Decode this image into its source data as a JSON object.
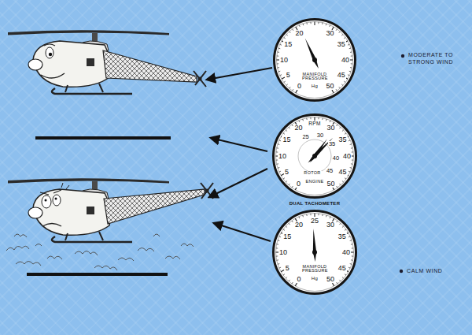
{
  "diagram": {
    "nodes": [
      {
        "text": [
          "0",
          "5",
          "10",
          "15",
          "20",
          "30",
          "35",
          "40",
          "45",
          "50",
          "MANIFOLD PRESSURE",
          "Hg"
        ]
      },
      {
        "text": [
          "RPM",
          "0",
          "5",
          "10",
          "15",
          "20",
          "30",
          "35",
          "40",
          "45",
          "50",
          "25",
          "30",
          "35",
          "40",
          "45",
          "ROTOR",
          "ENGINE",
          "DUAL TACHOMETER"
        ]
      },
      {
        "text": [
          "0",
          "5",
          "10",
          "15",
          "20",
          "25",
          "30",
          "35",
          "40",
          "45",
          "50",
          "MANIFOLD PRESSURE",
          "Hg"
        ]
      }
    ],
    "labels": [
      "MODERATE TO STRONG WIND",
      "CALM WIND"
    ]
  }
}
